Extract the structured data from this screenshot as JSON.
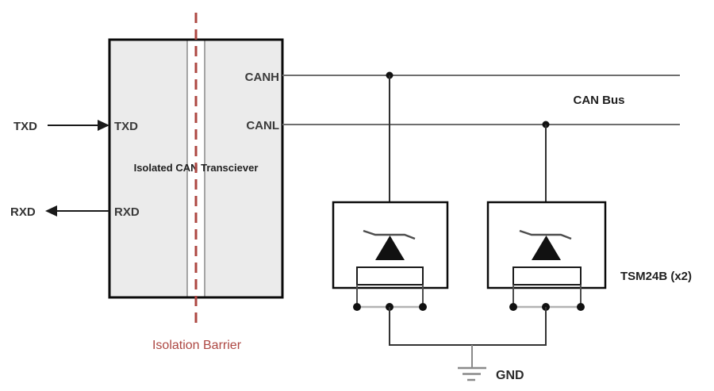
{
  "diagram": {
    "transceiver": {
      "label": "Isolated CAN Transciever",
      "pin_txd": "TXD",
      "pin_rxd": "RXD",
      "pin_canh": "CANH",
      "pin_canl": "CANL"
    },
    "signals": {
      "txd": "TXD",
      "rxd": "RXD"
    },
    "labels": {
      "can_bus": "CAN Bus",
      "tvs_part": "TSM24B (x2)",
      "gnd": "GND",
      "isolation_barrier": "Isolation Barrier"
    },
    "colors": {
      "isolation_red": "#ad4742",
      "wire_gray": "#6e6e6e",
      "box_fill": "#ebebeb",
      "line_black": "#1a1a1a"
    }
  }
}
